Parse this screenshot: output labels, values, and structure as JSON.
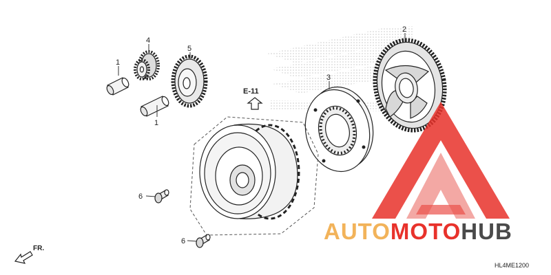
{
  "colors": {
    "ink": "#222222",
    "watermark_red": "#e8322b",
    "watermark_red_light": "#f19a95",
    "watermark_orange": "#f2b35a",
    "watermark_gray": "#4a4a4a",
    "logo_dots": "#cfcfcf"
  },
  "callouts": {
    "p1_top": "1",
    "p1_bottom": "1",
    "p2": "2",
    "p3": "3",
    "p4": "4",
    "p5": "5",
    "p6_top": "6",
    "p6_bottom": "6"
  },
  "reference": {
    "label": "E-11",
    "icon": "up-arrow-outline-icon"
  },
  "direction": {
    "label": "FR.",
    "icon": "front-arrow-icon"
  },
  "diagram_code": "HL4ME1200",
  "watermark": {
    "part1": "AUTO",
    "part2": "MOTO",
    "part3": "HUB",
    "icon": "triangle-a-logo-icon"
  }
}
